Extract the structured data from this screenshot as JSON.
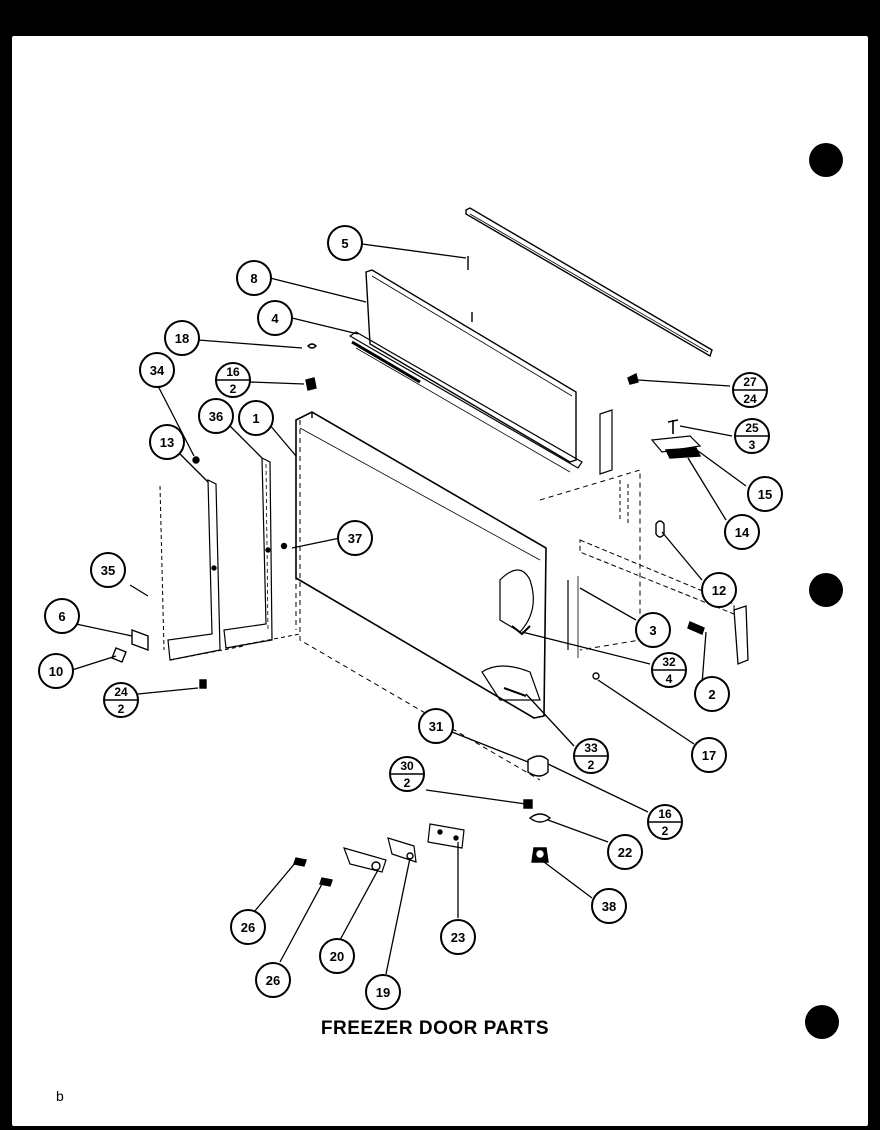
{
  "title": "FREEZER DOOR PARTS",
  "page_mark": "b",
  "callouts": [
    {
      "id": "c5",
      "label": "5"
    },
    {
      "id": "c8",
      "label": "8"
    },
    {
      "id": "c4",
      "label": "4"
    },
    {
      "id": "c18",
      "label": "18"
    },
    {
      "id": "c16a",
      "num": "16",
      "den": "2"
    },
    {
      "id": "c34",
      "label": "34"
    },
    {
      "id": "c36",
      "label": "36"
    },
    {
      "id": "c1",
      "label": "1"
    },
    {
      "id": "c13",
      "label": "13"
    },
    {
      "id": "c37",
      "label": "37"
    },
    {
      "id": "c35",
      "label": "35"
    },
    {
      "id": "c6",
      "label": "6"
    },
    {
      "id": "c10",
      "label": "10"
    },
    {
      "id": "c24",
      "num": "24",
      "den": "2"
    },
    {
      "id": "c27",
      "num": "27",
      "den": "24"
    },
    {
      "id": "c25",
      "num": "25",
      "den": "3"
    },
    {
      "id": "c15",
      "label": "15"
    },
    {
      "id": "c14",
      "label": "14"
    },
    {
      "id": "c12",
      "label": "12"
    },
    {
      "id": "c3",
      "label": "3"
    },
    {
      "id": "c32",
      "num": "32",
      "den": "4"
    },
    {
      "id": "c2",
      "label": "2"
    },
    {
      "id": "c17",
      "label": "17"
    },
    {
      "id": "c33",
      "num": "33",
      "den": "2"
    },
    {
      "id": "c31",
      "label": "31"
    },
    {
      "id": "c30",
      "num": "30",
      "den": "2"
    },
    {
      "id": "c16b",
      "num": "16",
      "den": "2"
    },
    {
      "id": "c22",
      "label": "22"
    },
    {
      "id": "c38",
      "label": "38"
    },
    {
      "id": "c23",
      "label": "23"
    },
    {
      "id": "c26a",
      "label": "26"
    },
    {
      "id": "c26b",
      "label": "26"
    },
    {
      "id": "c20",
      "label": "20"
    },
    {
      "id": "c19",
      "label": "19"
    }
  ]
}
